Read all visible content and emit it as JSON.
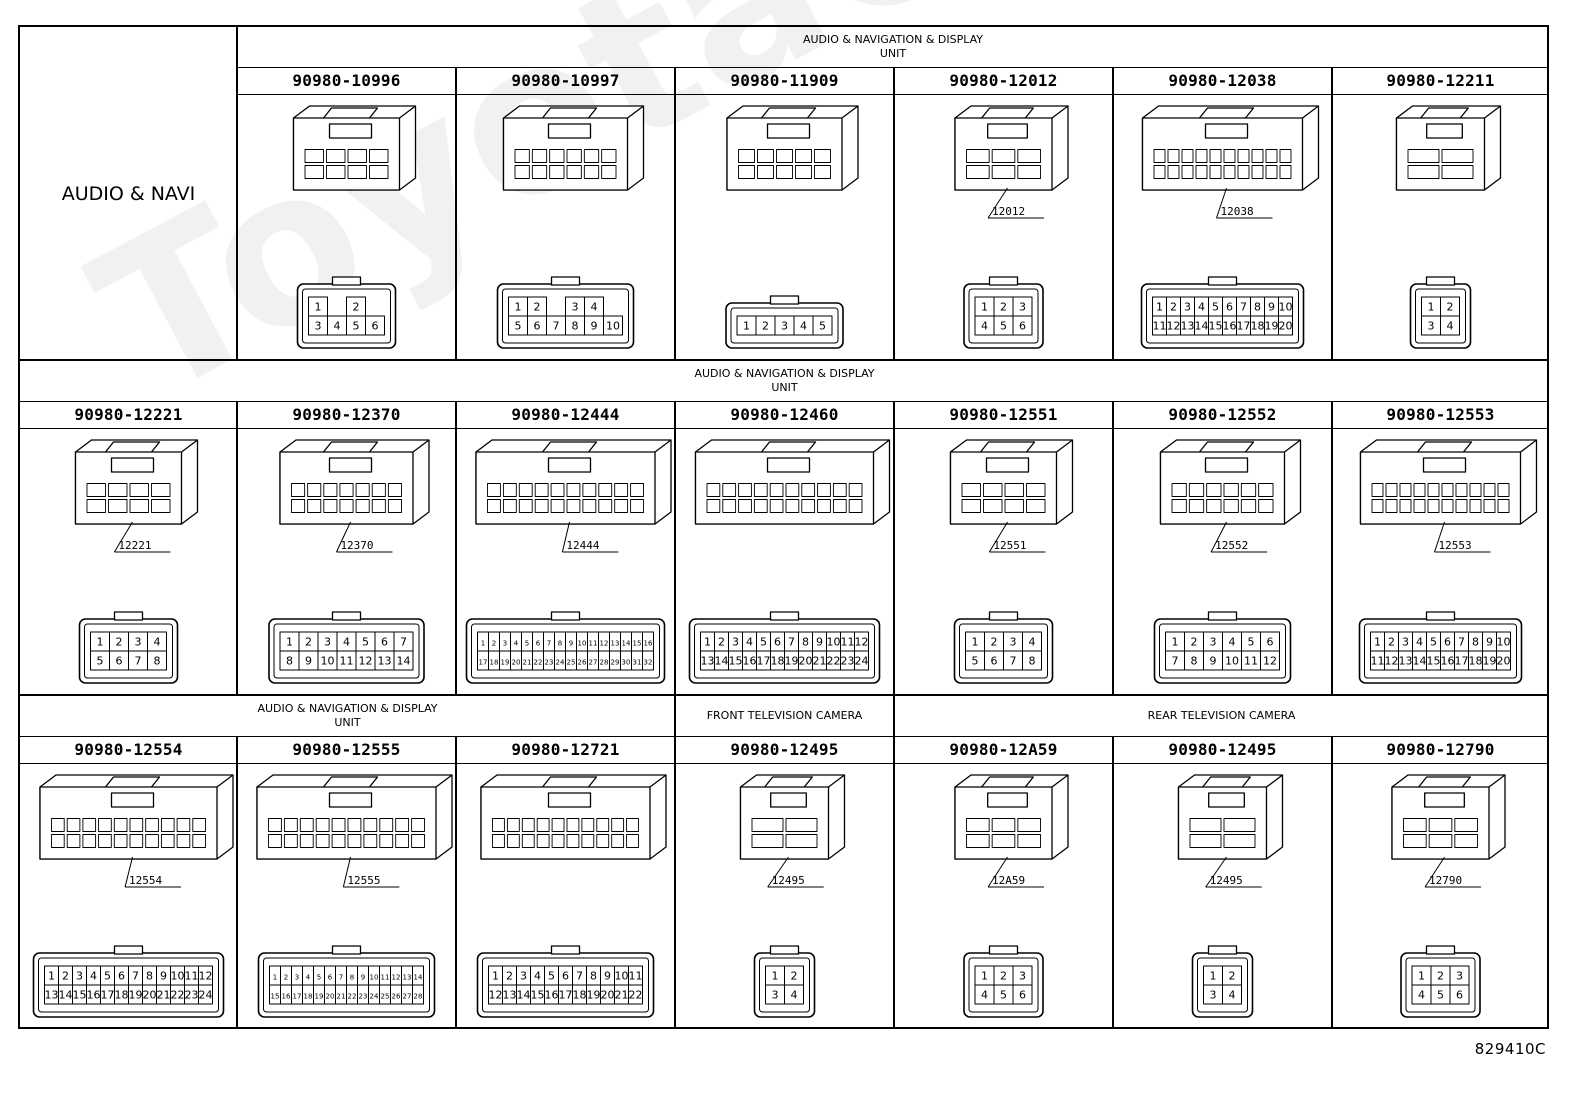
{
  "side_label": "AUDIO & NAVI",
  "rows": [
    {
      "groups": [
        {
          "label": "AUDIO & NAVIGATION & DISPLAY\nUNIT",
          "from": 1,
          "to": 6
        }
      ],
      "connectors": [
        {
          "col": 1,
          "part": "90980-10996",
          "tag": "",
          "pins": [
            [
              "1",
              "",
              "2"
            ],
            [
              "3",
              "4",
              "5",
              "6"
            ]
          ]
        },
        {
          "col": 2,
          "part": "90980-10997",
          "tag": "",
          "pins": [
            [
              "1",
              "2",
              "",
              "3",
              "4"
            ],
            [
              "5",
              "6",
              "7",
              "8",
              "9",
              "10"
            ]
          ]
        },
        {
          "col": 3,
          "part": "90980-11909",
          "tag": "",
          "pins": [
            [
              "1",
              "2",
              "3",
              "4",
              "5"
            ]
          ]
        },
        {
          "col": 4,
          "part": "90980-12012",
          "tag": "12012",
          "pins": [
            [
              "1",
              "2",
              "3"
            ],
            [
              "4",
              "5",
              "6"
            ]
          ]
        },
        {
          "col": 5,
          "part": "90980-12038",
          "tag": "12038",
          "pins": [
            [
              "1",
              "2",
              "3",
              "4",
              "5",
              "6",
              "7",
              "8",
              "9",
              "10"
            ],
            [
              "11",
              "12",
              "13",
              "14",
              "15",
              "16",
              "17",
              "18",
              "19",
              "20"
            ]
          ]
        },
        {
          "col": 6,
          "part": "90980-12211",
          "tag": "",
          "pins": [
            [
              "1",
              "2"
            ],
            [
              "3",
              "4"
            ]
          ]
        }
      ]
    },
    {
      "groups": [
        {
          "label": "AUDIO & NAVIGATION & DISPLAY\nUNIT",
          "from": 0,
          "to": 6
        }
      ],
      "connectors": [
        {
          "col": 0,
          "part": "90980-12221",
          "tag": "12221",
          "pins": [
            [
              "1",
              "2",
              "3",
              "4"
            ],
            [
              "5",
              "6",
              "7",
              "8"
            ]
          ]
        },
        {
          "col": 1,
          "part": "90980-12370",
          "tag": "12370",
          "pins": [
            [
              "1",
              "2",
              "3",
              "4",
              "5",
              "6",
              "7"
            ],
            [
              "8",
              "9",
              "10",
              "11",
              "12",
              "13",
              "14"
            ]
          ]
        },
        {
          "col": 2,
          "part": "90980-12444",
          "tag": "12444",
          "pins": [
            [
              "1",
              "2",
              "3",
              "4",
              "5",
              "6",
              "7",
              "8",
              "9",
              "10",
              "11",
              "12",
              "13",
              "14",
              "15",
              "16"
            ],
            [
              "17",
              "18",
              "19",
              "20",
              "21",
              "22",
              "23",
              "24",
              "25",
              "26",
              "27",
              "28",
              "29",
              "30",
              "31",
              "32"
            ]
          ]
        },
        {
          "col": 3,
          "part": "90980-12460",
          "tag": "",
          "pins": [
            [
              "1",
              "2",
              "3",
              "4",
              "5",
              "6",
              "7",
              "8",
              "9",
              "10",
              "11",
              "12"
            ],
            [
              "13",
              "14",
              "15",
              "16",
              "17",
              "18",
              "19",
              "20",
              "21",
              "22",
              "23",
              "24"
            ]
          ]
        },
        {
          "col": 4,
          "part": "90980-12551",
          "tag": "12551",
          "pins": [
            [
              "1",
              "2",
              "3",
              "4"
            ],
            [
              "5",
              "6",
              "7",
              "8"
            ]
          ]
        },
        {
          "col": 5,
          "part": "90980-12552",
          "tag": "12552",
          "pins": [
            [
              "1",
              "2",
              "3",
              "4",
              "5",
              "6"
            ],
            [
              "7",
              "8",
              "9",
              "10",
              "11",
              "12"
            ]
          ]
        },
        {
          "col": 6,
          "part": "90980-12553",
          "tag": "12553",
          "pins": [
            [
              "1",
              "2",
              "3",
              "4",
              "5",
              "6",
              "7",
              "8",
              "9",
              "10"
            ],
            [
              "11",
              "12",
              "13",
              "14",
              "15",
              "16",
              "17",
              "18",
              "19",
              "20"
            ]
          ]
        }
      ]
    },
    {
      "groups": [
        {
          "label": "AUDIO & NAVIGATION & DISPLAY\nUNIT",
          "from": 0,
          "to": 2
        },
        {
          "label": "FRONT TELEVISION CAMERA",
          "from": 3,
          "to": 3
        },
        {
          "label": "REAR TELEVISION CAMERA",
          "from": 4,
          "to": 6
        }
      ],
      "connectors": [
        {
          "col": 0,
          "part": "90980-12554",
          "tag": "12554",
          "pins": [
            [
              "1",
              "2",
              "3",
              "4",
              "5",
              "6",
              "7",
              "8",
              "9",
              "10",
              "11",
              "12"
            ],
            [
              "13",
              "14",
              "15",
              "16",
              "17",
              "18",
              "19",
              "20",
              "21",
              "22",
              "23",
              "24"
            ]
          ]
        },
        {
          "col": 1,
          "part": "90980-12555",
          "tag": "12555",
          "pins": [
            [
              "1",
              "2",
              "3",
              "4",
              "5",
              "6",
              "7",
              "8",
              "9",
              "10",
              "11",
              "12",
              "13",
              "14"
            ],
            [
              "15",
              "16",
              "17",
              "18",
              "19",
              "20",
              "21",
              "22",
              "23",
              "24",
              "25",
              "26",
              "27",
              "28"
            ]
          ]
        },
        {
          "col": 2,
          "part": "90980-12721",
          "tag": "",
          "pins": [
            [
              "1",
              "2",
              "3",
              "4",
              "5",
              "6",
              "7",
              "8",
              "9",
              "10",
              "11"
            ],
            [
              "12",
              "13",
              "14",
              "15",
              "16",
              "17",
              "18",
              "19",
              "20",
              "21",
              "22"
            ]
          ]
        },
        {
          "col": 3,
          "part": "90980-12495",
          "tag": "12495",
          "pins": [
            [
              "1",
              "2"
            ],
            [
              "3",
              "4"
            ]
          ]
        },
        {
          "col": 4,
          "part": "90980-12A59",
          "tag": "12A59",
          "pins": [
            [
              "1",
              "2",
              "3"
            ],
            [
              "4",
              "5",
              "6"
            ]
          ]
        },
        {
          "col": 5,
          "part": "90980-12495",
          "tag": "12495",
          "pins": [
            [
              "1",
              "2"
            ],
            [
              "3",
              "4"
            ]
          ]
        },
        {
          "col": 6,
          "part": "90980-12790",
          "tag": "12790",
          "pins": [
            [
              "1",
              "2",
              "3"
            ],
            [
              "4",
              "5",
              "6"
            ]
          ]
        }
      ]
    }
  ],
  "figure_id": "829410C",
  "watermark": "ToyotaCarManual.ru"
}
